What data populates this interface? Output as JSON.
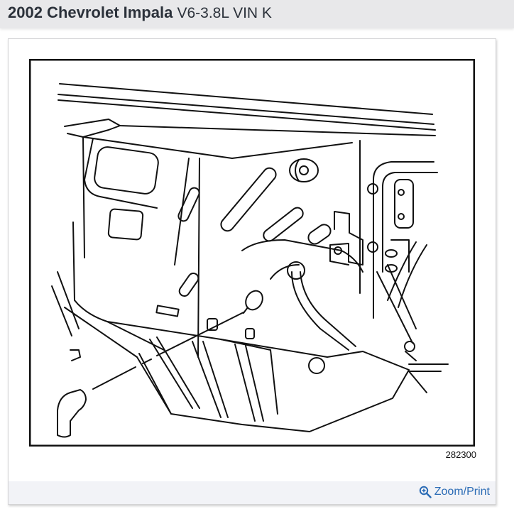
{
  "header": {
    "title_make_model": "2002 Chevrolet Impala",
    "title_engine": "V6-3.8L VIN K"
  },
  "figure": {
    "figure_number": "282300",
    "description": "Line drawing of engine bay component with vacuum/hose connector callout"
  },
  "footer": {
    "zoom_print_label": "Zoom/Print",
    "zoom_icon": "zoom-in-icon"
  },
  "colors": {
    "header_bg": "#e8e8ea",
    "title_text": "#2b313a",
    "link": "#2a6bb5",
    "footer_bg": "#f2f3f7"
  }
}
